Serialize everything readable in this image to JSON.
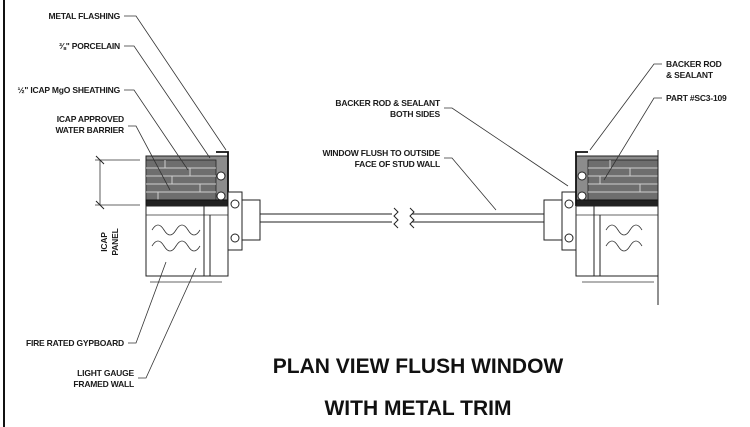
{
  "labels_left": [
    "METAL FLASHING",
    "⅜\" PORCELAIN",
    "½\" ICAP MgO SHEATHING",
    "ICAP APPROVED",
    "WATER BARRIER",
    "FIRE RATED GYPBOARD",
    "LIGHT GAUGE",
    "FRAMED WALL"
  ],
  "panel_label": [
    "ICAP",
    "PANEL"
  ],
  "labels_center": [
    "BACKER ROD & SEALANT",
    "BOTH SIDES",
    "WINDOW FLUSH TO OUTSIDE",
    "FACE OF STUD WALL"
  ],
  "labels_right": [
    "BACKER ROD",
    "& SEALANT",
    "PART #SC3-109"
  ],
  "title": {
    "line1": "PLAN VIEW FLUSH WINDOW",
    "line2": "WITH METAL TRIM"
  }
}
